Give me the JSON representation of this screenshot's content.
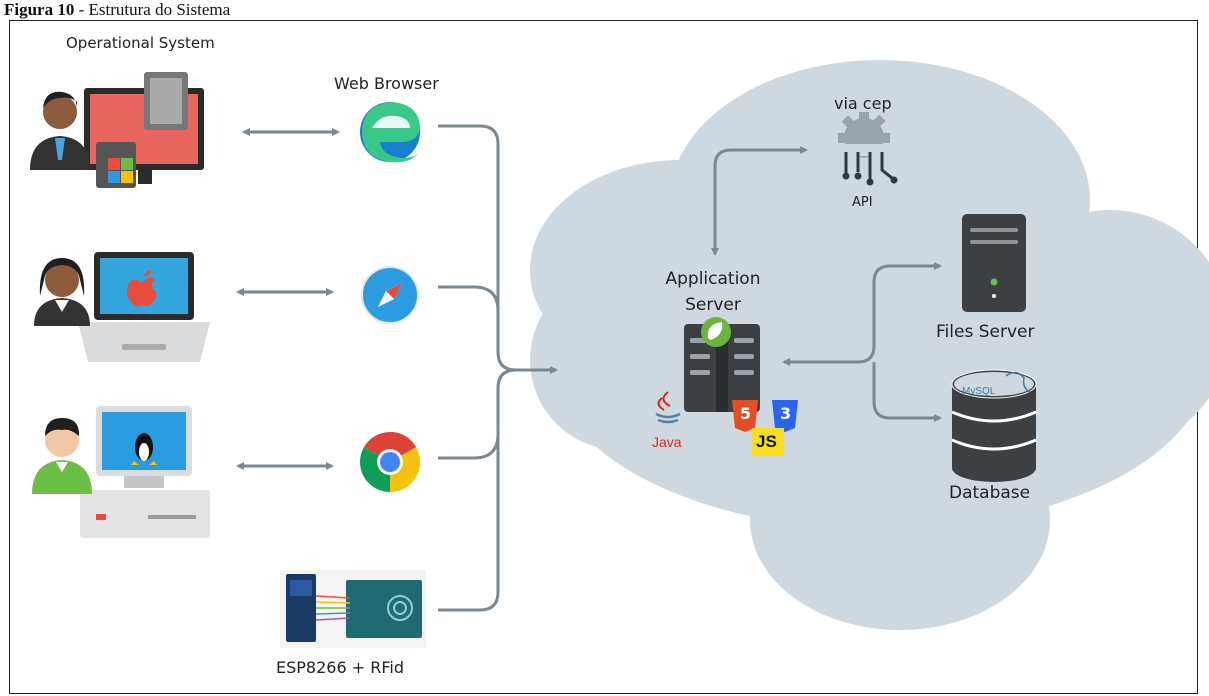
{
  "caption": {
    "figure_label": "Figura 10",
    "figure_title": " - Estrutura do Sistema"
  },
  "labels": {
    "operational_system": "Operational System",
    "web_browser": "Web Browser",
    "esp_rfid": "ESP8266 + RFid",
    "via_cep": "via cep",
    "api": "API",
    "application_server": "Application\nServer",
    "files_server": "Files Server",
    "database": "Database",
    "java": "Java",
    "js": "JS",
    "html5": "5",
    "css3": "3",
    "mysql": "MySQL"
  },
  "colors": {
    "cloud": "#cfd8df",
    "arrow": "#7a8891",
    "server": "#3d4043",
    "edge_blue": "#1b7fd1",
    "edge_green": "#37c88a",
    "safari": "#2c9ce0",
    "chrome_red": "#db4437",
    "chrome_yellow": "#f4c20d",
    "chrome_green": "#0f9d58",
    "spring": "#6db33f",
    "html5": "#e44d26",
    "css3": "#2965f1",
    "js": "#f7df1e",
    "java": "#e2231a"
  },
  "icons": [
    "windows-user-icon",
    "mac-user-icon",
    "linux-user-icon",
    "edge-icon",
    "safari-icon",
    "chrome-icon",
    "esp-rfid-board-icon",
    "api-gear-icon",
    "app-server-icon",
    "spring-icon",
    "java-icon",
    "html5-icon",
    "css3-icon",
    "js-icon",
    "files-server-icon",
    "mysql-database-icon"
  ]
}
